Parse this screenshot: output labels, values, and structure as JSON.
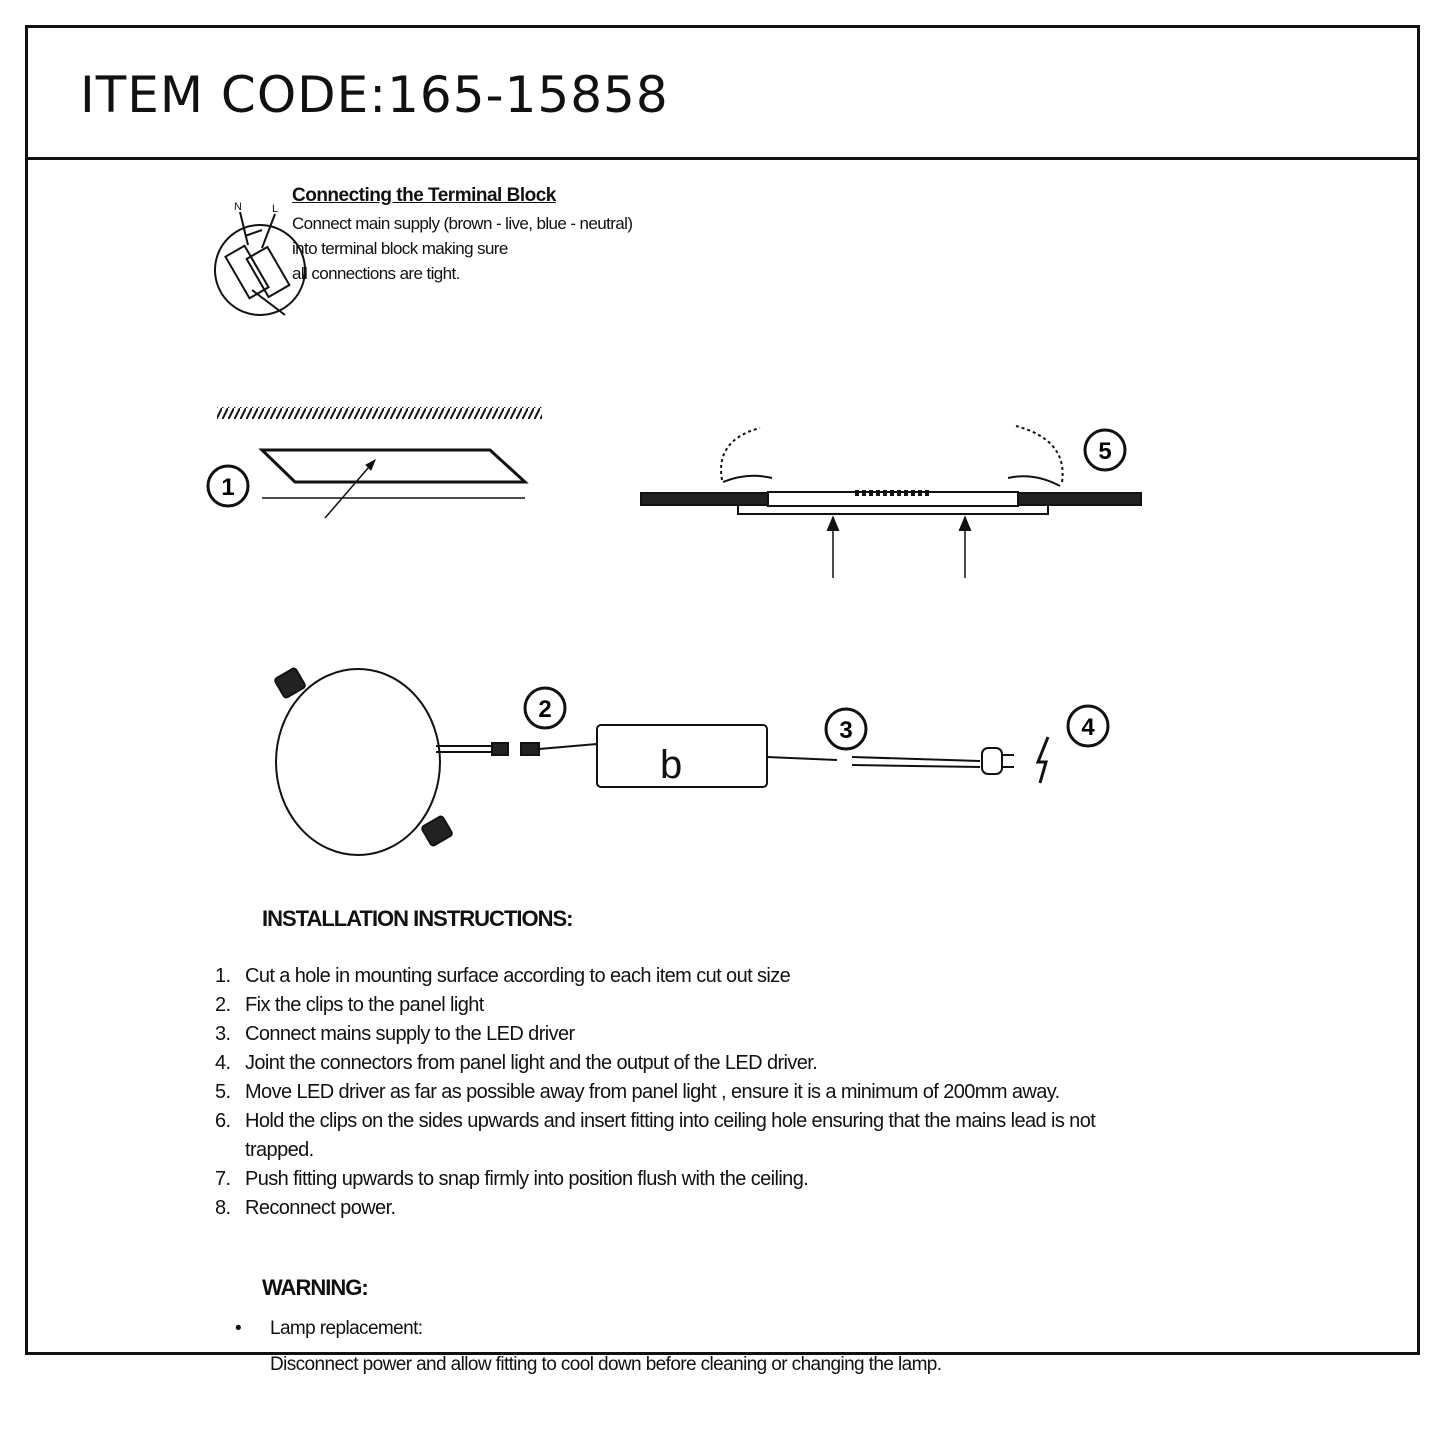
{
  "header": {
    "item_code": "ITEM CODE:165-15858"
  },
  "terminal_block": {
    "letters": [
      "N",
      "L"
    ],
    "title": "Connecting the Terminal Block",
    "lines": [
      "Connect main supply (brown - live, blue - neutral)",
      "into terminal block making  sure",
      "all connections are tight."
    ]
  },
  "diagram_numbers": [
    "1",
    "2",
    "3",
    "4",
    "5"
  ],
  "installation": {
    "heading": "INSTALLATION INSTRUCTIONS:",
    "steps": [
      {
        "num": "1.",
        "text": "Cut a hole in mounting surface according to each item cut out size"
      },
      {
        "num": "2.",
        "text": "Fix the clips to the panel light"
      },
      {
        "num": "3.",
        "text": "Connect mains supply to the LED driver"
      },
      {
        "num": "4.",
        "text": "Joint the connectors from panel light and the output of the LED driver."
      },
      {
        "num": "5.",
        "text": "Move LED driver as far as possible away from panel light , ensure it is a minimum of 200mm away."
      },
      {
        "num": "6.",
        "text": "Hold the clips on the sides upwards and insert fitting into ceiling hole ensuring that the mains lead is not trapped."
      },
      {
        "num": "7.",
        "text": "Push fitting upwards to snap firmly into position flush with the ceiling."
      },
      {
        "num": "8.",
        "text": "Reconnect power."
      }
    ]
  },
  "warning": {
    "heading": "WARNING:",
    "bullet": "•",
    "label": "Lamp  replacement:",
    "detail": "Disconnect power and allow fitting to cool down before cleaning or changing the lamp."
  },
  "driver_logo": "b"
}
